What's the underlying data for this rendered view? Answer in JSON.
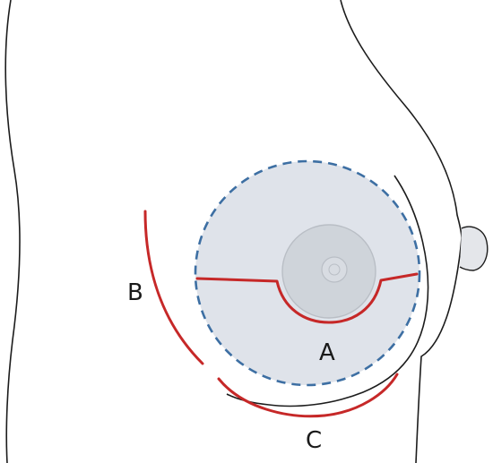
{
  "diagram": {
    "labels": {
      "a": "A",
      "b": "B",
      "c": "C"
    },
    "colors": {
      "outline": "#1c1c1c",
      "incision": "#c62828",
      "implant_border": "#3d6fa3",
      "implant_fill": "#dfe3ea",
      "areola_fill": "#cfd4da",
      "areola_stroke": "#b9bec5",
      "nipple_fill": "#d8dce2"
    }
  }
}
